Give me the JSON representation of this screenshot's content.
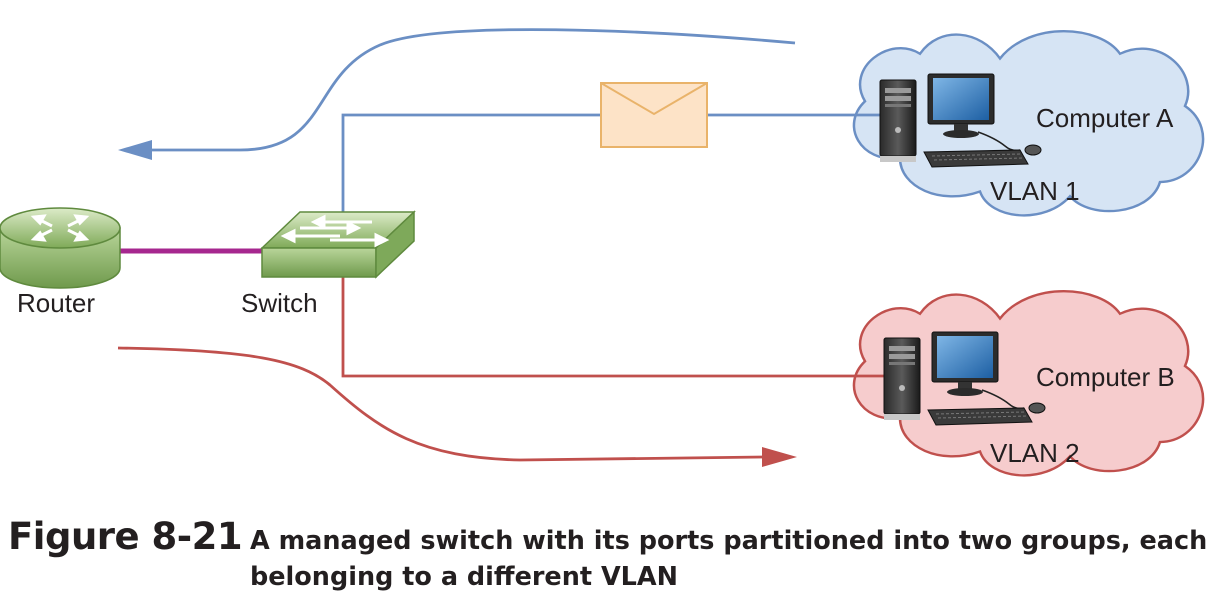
{
  "diagram": {
    "router_label": "Router",
    "switch_label": "Switch",
    "vlan1": {
      "computer_label": "Computer A",
      "vlan_label": "VLAN 1"
    },
    "vlan2": {
      "computer_label": "Computer B",
      "vlan_label": "VLAN 2"
    }
  },
  "caption": {
    "figure_number": "Figure 8-21",
    "text": "A managed switch with its ports partitioned into two groups, each belonging to a different VLAN"
  },
  "colors": {
    "vlan1_line": "#6b8fc4",
    "vlan1_cloud_fill": "#d6e4f4",
    "vlan2_line": "#c0504d",
    "vlan2_cloud_fill": "#f6cccd",
    "trunk_link": "#a6278f",
    "envelope_fill": "#fde3c7",
    "envelope_stroke": "#e9b36a",
    "device_green": "#9cc17a"
  },
  "icons": [
    "router-icon",
    "switch-icon",
    "envelope-icon",
    "computer-icon",
    "cloud-icon",
    "arrow-icon"
  ]
}
